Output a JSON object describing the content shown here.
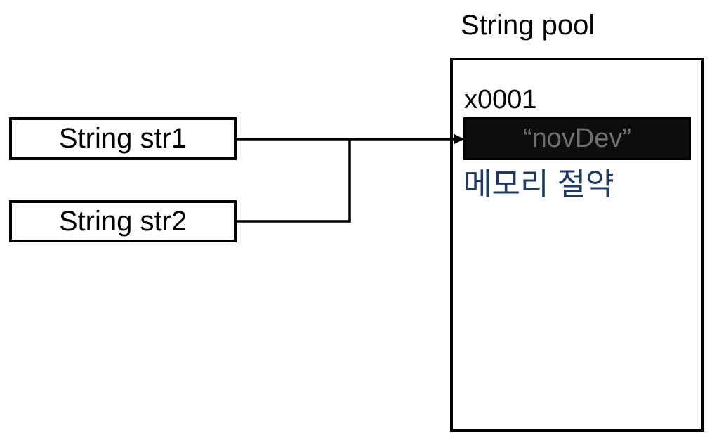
{
  "title": "String pool",
  "string_pool": {
    "address": "x0001",
    "pooled_value": "“novDev”",
    "caption": "메모리 절약"
  },
  "references": [
    {
      "label": "String str1"
    },
    {
      "label": "String str2"
    }
  ],
  "colors": {
    "stroke": "#000000",
    "value_box_background": "#0d0d0d",
    "value_text": "#6e6e6e",
    "caption_text": "#1f3864",
    "background": "#ffffff"
  }
}
